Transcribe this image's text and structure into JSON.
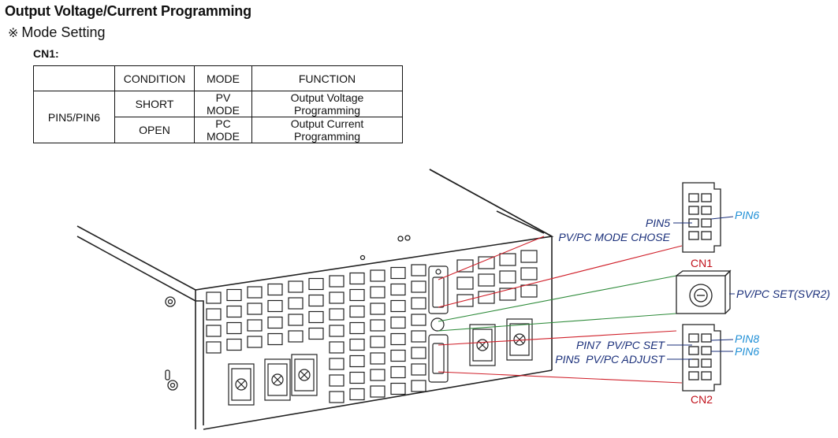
{
  "header": {
    "title": "Output Voltage/Current Programming",
    "mark": "※",
    "subtitle": "Mode Setting"
  },
  "connector_label": "CN1:",
  "table": {
    "columns": [
      "",
      "CONDITION",
      "MODE",
      "FUNCTION"
    ],
    "row_group": "PIN5/PIN6",
    "rows": [
      {
        "condition": "SHORT",
        "mode": "PV MODE",
        "function": "Output Voltage Programming"
      },
      {
        "condition": "OPEN",
        "mode": "PC MODE",
        "function": "Output Current Programming"
      }
    ]
  },
  "diagram": {
    "labels": {
      "pin5": "PIN5",
      "pin6_top": "PIN6",
      "mode_chose": "PV/PC MODE CHOSE",
      "cn1": "CN1",
      "svr2": "PV/PC SET(SVR2)",
      "pin8": "PIN8",
      "pin6_bottom": "PIN6",
      "pin7_set": "PIN7  PV/PC SET",
      "pin5_adjust": "PIN5  PV/PC ADJUST",
      "cn2": "CN2"
    },
    "colors": {
      "pin_blue": "#1f8fd6",
      "label_navy": "#1a2f7a",
      "leader_red": "#d0202a",
      "leader_green": "#2e8b3a",
      "connector_red": "#c0101a"
    }
  }
}
